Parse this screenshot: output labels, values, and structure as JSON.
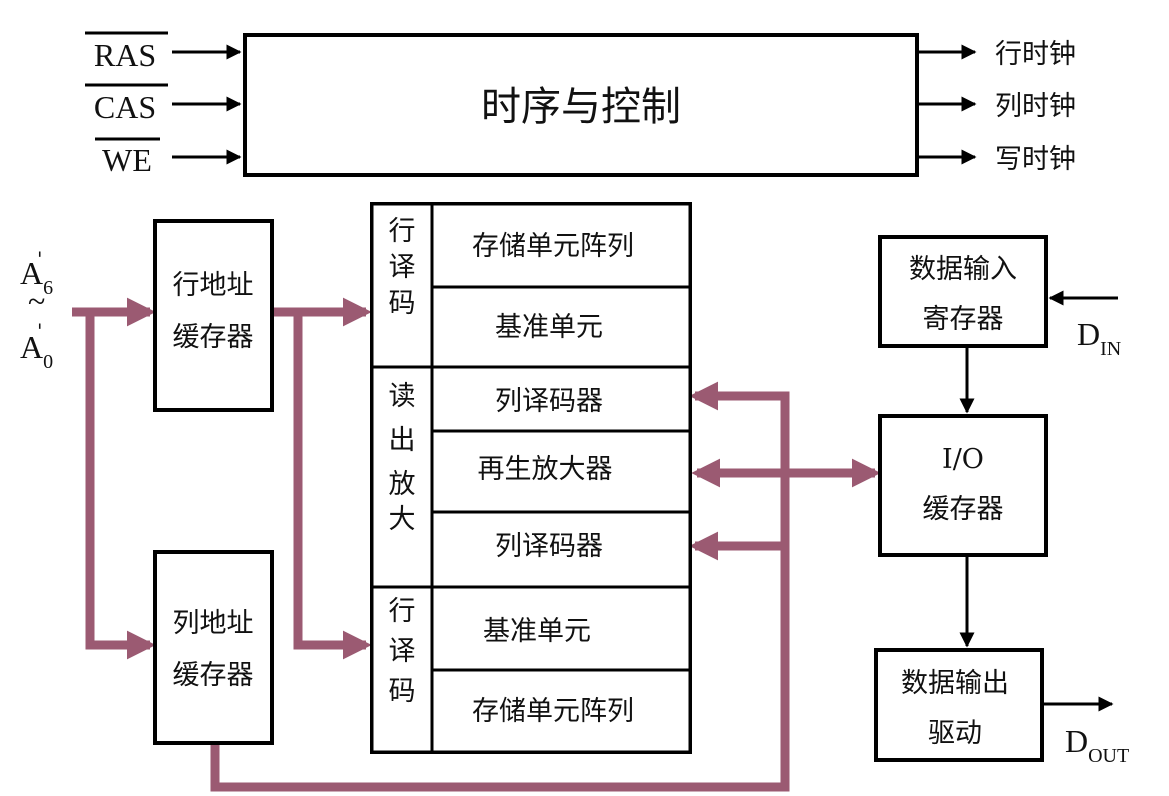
{
  "control": {
    "title": "时序与控制",
    "inputs": [
      "RAS",
      "CAS",
      "WE"
    ],
    "outputs": [
      "行时钟",
      "列时钟",
      "写时钟"
    ]
  },
  "address": {
    "high": "A",
    "high_sub": "6",
    "tilde": "~",
    "low": "A",
    "low_sub": "0"
  },
  "row_buffer": {
    "line1": "行地址",
    "line2": "缓存器"
  },
  "col_buffer": {
    "line1": "列地址",
    "line2": "缓存器"
  },
  "array": {
    "left_top": [
      "行",
      "译",
      "码"
    ],
    "left_mid": [
      "读",
      "出",
      "放",
      "大"
    ],
    "left_bot": [
      "行",
      "译",
      "码"
    ],
    "cells": [
      "存储单元阵列",
      "基准单元",
      "列译码器",
      "再生放大器",
      "列译码器",
      "基准单元",
      "存储单元阵列"
    ]
  },
  "data_in_reg": {
    "line1": "数据输入",
    "line2": "寄存器"
  },
  "io_buffer": {
    "line1": "I/O",
    "line2": "缓存器"
  },
  "data_out_drv": {
    "line1": "数据输出",
    "line2": "驱动"
  },
  "din": {
    "main": "D",
    "sub": "IN"
  },
  "dout": {
    "main": "D",
    "sub": "OUT"
  },
  "colors": {
    "bus": "#9b5a72",
    "line": "#000000"
  }
}
